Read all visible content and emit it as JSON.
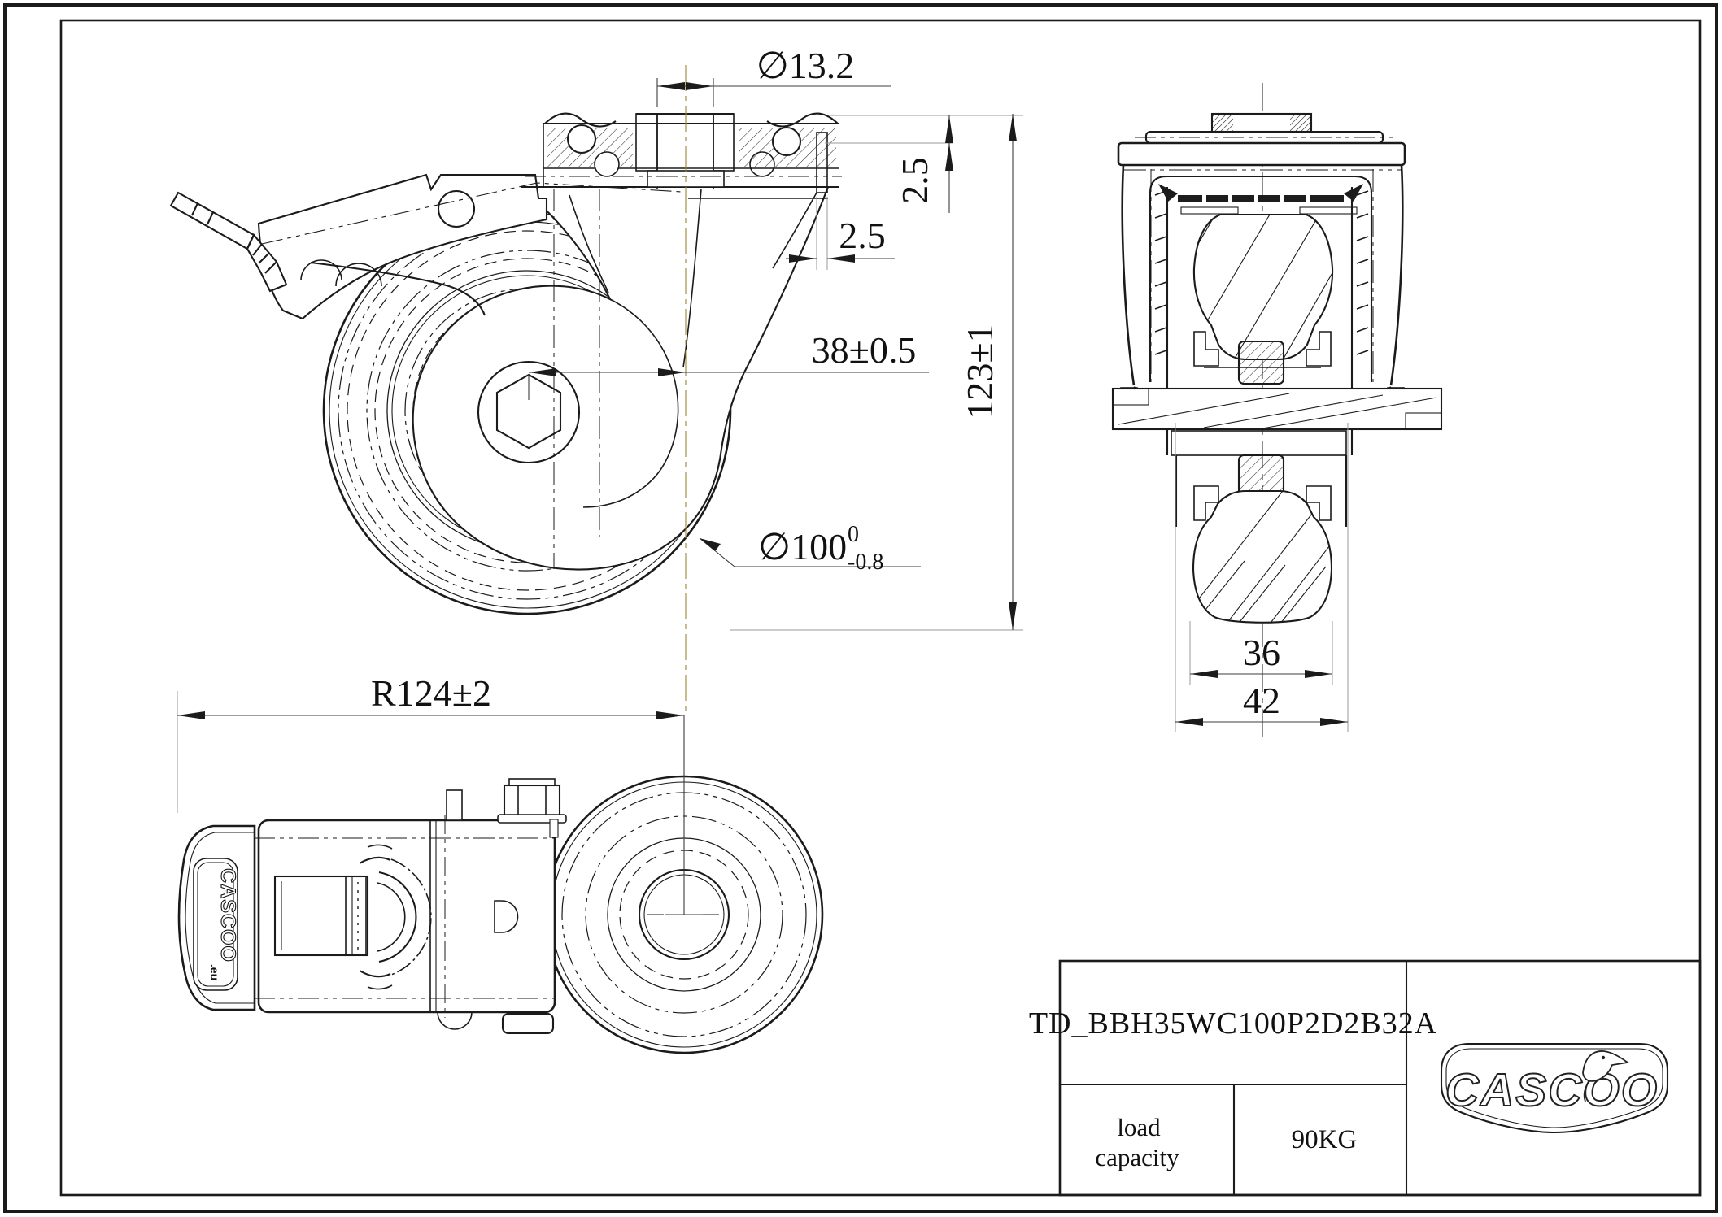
{
  "drawing": {
    "kind": "caster wheel engineering drawing",
    "views": [
      "side section view",
      "front section view",
      "plan view"
    ],
    "colors": {
      "ink": "#1b1b1b",
      "dimension_line": "#3c3c3c",
      "extension_line": "#9a9a9a",
      "centerline": "#a08432",
      "background": "#ffffff"
    }
  },
  "dimensions": {
    "bolt_hole_dia": "∅13.2",
    "plate_step": "2.5",
    "rim_lip": "2.5",
    "axle_offset": "38±0.5",
    "overall_height": "123±1",
    "wheel_dia": "∅100",
    "wheel_dia_tol_upper": "0",
    "wheel_dia_tol_lower": "-0.8",
    "swivel_radius": "R124±2",
    "tread_width": "36",
    "fork_width": "42"
  },
  "title_block": {
    "part_number": "TD_BBH35WC100P2D2B32A",
    "load_capacity_line1": "load",
    "load_capacity_line2": "capacity",
    "load_capacity_value": "90KG"
  },
  "brand": {
    "logo_text": "CASCOO",
    "pedal_logo_text": "CASCOO",
    "pedal_logo_suffix": ".eu"
  }
}
